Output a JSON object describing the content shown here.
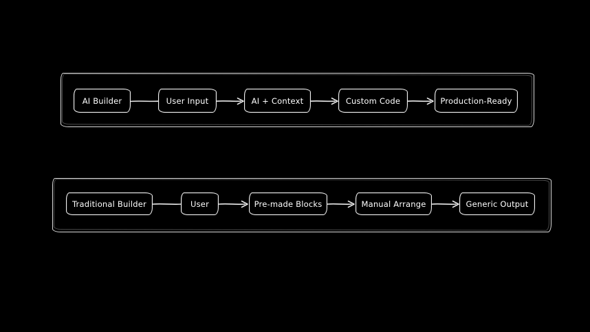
{
  "page": {
    "background": "#000000",
    "stroke_color": "#ededed",
    "text_color": "#ffffff"
  },
  "diagrams": [
    {
      "name": "ai-builder-flow",
      "nodes": [
        {
          "id": "ai-builder",
          "label": "AI Builder"
        },
        {
          "id": "user-input",
          "label": "User Input"
        },
        {
          "id": "ai-context",
          "label": "AI + Context"
        },
        {
          "id": "custom-code",
          "label": "Custom Code"
        },
        {
          "id": "production-ready",
          "label": "Production-Ready"
        }
      ],
      "edges": [
        {
          "from": "ai-builder",
          "to": "user-input",
          "arrowhead": false
        },
        {
          "from": "user-input",
          "to": "ai-context",
          "arrowhead": true
        },
        {
          "from": "ai-context",
          "to": "custom-code",
          "arrowhead": true
        },
        {
          "from": "custom-code",
          "to": "production-ready",
          "arrowhead": true
        }
      ]
    },
    {
      "name": "traditional-builder-flow",
      "nodes": [
        {
          "id": "traditional-builder",
          "label": "Traditional Builder"
        },
        {
          "id": "user",
          "label": "User"
        },
        {
          "id": "pre-made-blocks",
          "label": "Pre-made Blocks"
        },
        {
          "id": "manual-arrange",
          "label": "Manual Arrange"
        },
        {
          "id": "generic-output",
          "label": "Generic Output"
        }
      ],
      "edges": [
        {
          "from": "traditional-builder",
          "to": "user",
          "arrowhead": false
        },
        {
          "from": "user",
          "to": "pre-made-blocks",
          "arrowhead": true
        },
        {
          "from": "pre-made-blocks",
          "to": "manual-arrange",
          "arrowhead": true
        },
        {
          "from": "manual-arrange",
          "to": "generic-output",
          "arrowhead": true
        }
      ]
    }
  ]
}
